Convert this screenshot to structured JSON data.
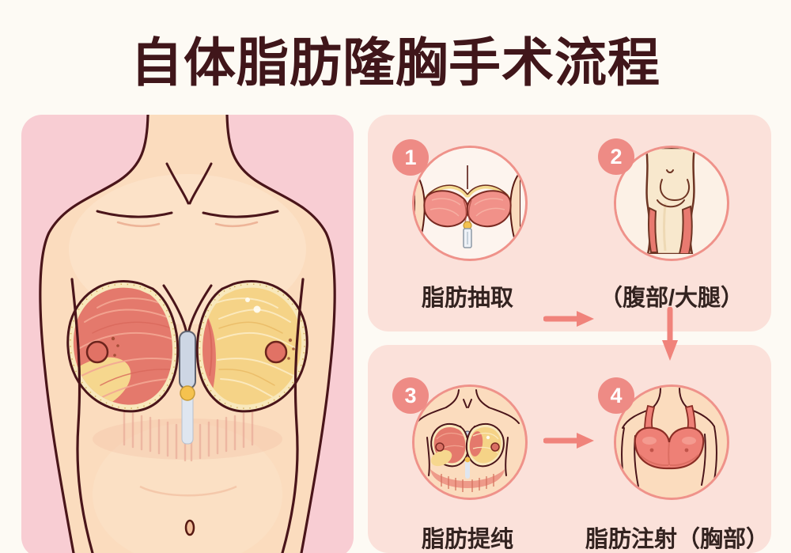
{
  "title": "自体脂肪隆胸手术流程",
  "main_illustration": {
    "icon": "female-torso-breast-anatomy-icon"
  },
  "flow": {
    "steps": [
      {
        "number": "1",
        "label": "脂肪抽取",
        "icon": "breast-liposuction-icon"
      },
      {
        "number": "2",
        "label": "（腹部/大腿）",
        "icon": "knee-thigh-icon"
      },
      {
        "number": "3",
        "label": "脂肪提纯",
        "icon": "breast-anatomy-icon"
      },
      {
        "number": "4",
        "label": "脂肪注射（胸部）",
        "icon": "bra-torso-icon"
      }
    ],
    "connectors": [
      "arrow-right",
      "arrow-down",
      "arrow-right"
    ]
  },
  "colors": {
    "page_background": "#fdfaf4",
    "left_panel": "#f8cdd3",
    "right_panels": "#fbe1da",
    "accent_salmon": "#ee8b85",
    "arrow": "#f0837b",
    "circle_border": "#ef928a",
    "title_text": "#40161a",
    "label_text": "#332320",
    "skin": "#fbdcbe",
    "muscle_red": "#e4796c",
    "fat_yellow": "#f5d387",
    "outline": "#4a151a",
    "sternum_gray": "#cdd6e4"
  }
}
